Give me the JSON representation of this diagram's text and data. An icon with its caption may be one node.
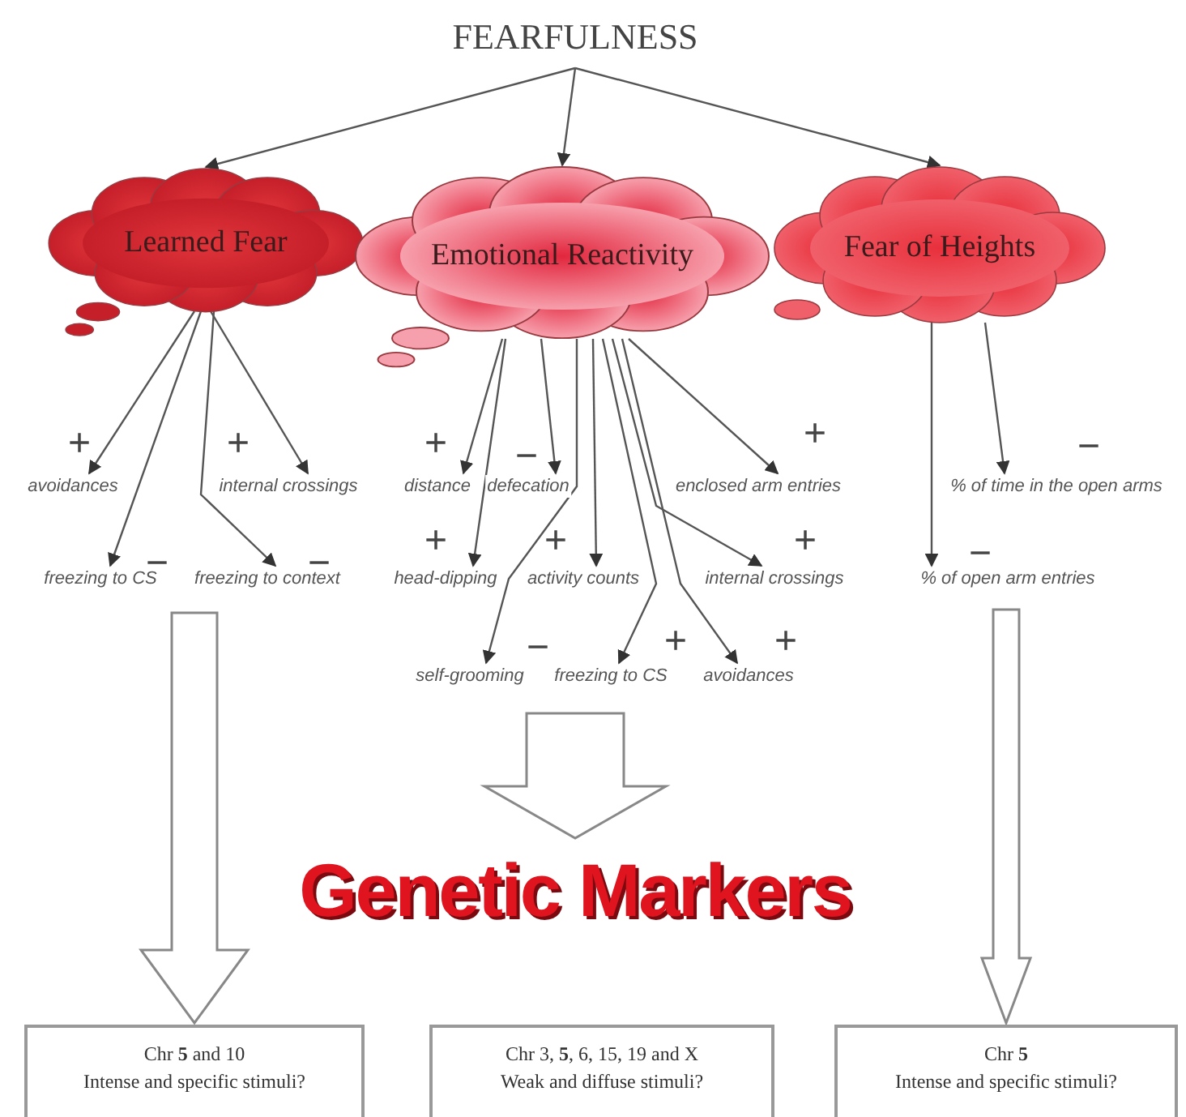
{
  "diagram": {
    "nodes": [
      {
        "text": [
          "FEARFULNESS"
        ]
      },
      {
        "text": [
          "Learned Fear"
        ]
      },
      {
        "text": [
          "Emotional Reactivity"
        ]
      },
      {
        "text": [
          "Fear of Heights"
        ]
      },
      {
        "text": [
          "avoidances"
        ],
        "beside": [
          "+"
        ]
      },
      {
        "text": [
          "internal crossings"
        ],
        "beside": [
          "+"
        ]
      },
      {
        "text": [
          "freezing to CS"
        ],
        "beside": [
          "−"
        ]
      },
      {
        "text": [
          "freezing to context"
        ],
        "beside": [
          "−"
        ]
      },
      {
        "text": [
          "distance"
        ],
        "beside": [
          "+"
        ]
      },
      {
        "text": [
          "defecation"
        ],
        "beside": [
          "−"
        ]
      },
      {
        "text": [
          "enclosed arm entries"
        ],
        "beside": [
          "+"
        ]
      },
      {
        "text": [
          "head-dipping"
        ],
        "beside": [
          "+"
        ]
      },
      {
        "text": [
          "activity counts"
        ],
        "beside": [
          "+"
        ]
      },
      {
        "text": [
          "internal crossings"
        ],
        "beside": [
          "+"
        ]
      },
      {
        "text": [
          "self-grooming"
        ],
        "beside": [
          "−"
        ]
      },
      {
        "text": [
          "freezing to CS"
        ],
        "beside": [
          "+"
        ]
      },
      {
        "text": [
          "avoidances"
        ],
        "beside": [
          "+"
        ]
      },
      {
        "text": [
          "% of time in the open arms"
        ],
        "beside": [
          "−"
        ]
      },
      {
        "text": [
          "% of open arm entries"
        ],
        "beside": [
          "−"
        ]
      },
      {
        "text": [
          "Genetic Markers"
        ]
      },
      {
        "text": [
          "Chr **5** and 10",
          "Intense and specific stimuli?"
        ]
      },
      {
        "text": [
          "Chr 3, **5**, 6, 15, 19 and X",
          "Weak and diffuse stimuli?"
        ]
      },
      {
        "text": [
          "Chr **5**",
          "Intense and specific stimuli?"
        ]
      }
    ],
    "edges": [
      {
        "from": 0,
        "to": 1,
        "arrow": "to"
      },
      {
        "from": 0,
        "to": 2,
        "arrow": "to"
      },
      {
        "from": 0,
        "to": 3,
        "arrow": "to"
      },
      {
        "from": 1,
        "to": 4,
        "arrow": "to"
      },
      {
        "from": 1,
        "to": 5,
        "arrow": "to"
      },
      {
        "from": 1,
        "to": 6,
        "arrow": "to"
      },
      {
        "from": 1,
        "to": 7,
        "arrow": "to"
      },
      {
        "from": 2,
        "to": 8,
        "arrow": "to"
      },
      {
        "from": 2,
        "to": 9,
        "arrow": "to"
      },
      {
        "from": 2,
        "to": 10,
        "arrow": "to"
      },
      {
        "from": 2,
        "to": 11,
        "arrow": "to"
      },
      {
        "from": 2,
        "to": 12,
        "arrow": "to"
      },
      {
        "from": 2,
        "to": 13,
        "arrow": "to"
      },
      {
        "from": 2,
        "to": 14,
        "arrow": "to"
      },
      {
        "from": 2,
        "to": 15,
        "arrow": "to"
      },
      {
        "from": 2,
        "to": 16,
        "arrow": "to"
      },
      {
        "from": 3,
        "to": 17,
        "arrow": "to"
      },
      {
        "from": 3,
        "to": 18,
        "arrow": "to"
      },
      {
        "from": null,
        "to": 20,
        "arrow": "to",
        "style": "thick"
      },
      {
        "from": null,
        "to": 19,
        "arrow": "to",
        "style": "thick"
      },
      {
        "from": null,
        "to": 22,
        "arrow": "to",
        "style": "thick"
      }
    ]
  }
}
